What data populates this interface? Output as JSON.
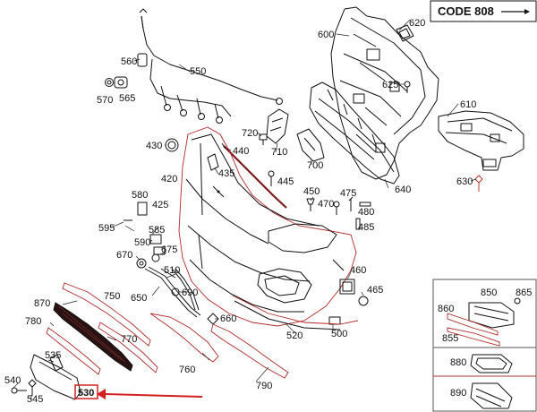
{
  "code_box": {
    "text": "CODE 808"
  },
  "labels": [
    {
      "id": "620",
      "text": "620"
    },
    {
      "id": "600",
      "text": "600"
    },
    {
      "id": "560",
      "text": "560"
    },
    {
      "id": "550",
      "text": "550"
    },
    {
      "id": "625",
      "text": "625"
    },
    {
      "id": "570",
      "text": "570"
    },
    {
      "id": "565",
      "text": "565"
    },
    {
      "id": "610",
      "text": "610"
    },
    {
      "id": "720",
      "text": "720"
    },
    {
      "id": "430",
      "text": "430"
    },
    {
      "id": "440",
      "text": "440"
    },
    {
      "id": "710",
      "text": "710"
    },
    {
      "id": "700",
      "text": "700"
    },
    {
      "id": "435",
      "text": "435"
    },
    {
      "id": "640",
      "text": "640"
    },
    {
      "id": "420",
      "text": "420"
    },
    {
      "id": "445",
      "text": "445"
    },
    {
      "id": "630",
      "text": "630"
    },
    {
      "id": "580",
      "text": "580"
    },
    {
      "id": "450",
      "text": "450"
    },
    {
      "id": "475",
      "text": "475"
    },
    {
      "id": "470",
      "text": "470"
    },
    {
      "id": "425",
      "text": "425"
    },
    {
      "id": "480",
      "text": "480"
    },
    {
      "id": "595",
      "text": "595"
    },
    {
      "id": "485",
      "text": "485"
    },
    {
      "id": "585",
      "text": "585"
    },
    {
      "id": "590",
      "text": "590"
    },
    {
      "id": "670",
      "text": "670"
    },
    {
      "id": "675",
      "text": "675"
    },
    {
      "id": "510",
      "text": "510"
    },
    {
      "id": "460",
      "text": "460"
    },
    {
      "id": "850",
      "text": "850"
    },
    {
      "id": "865",
      "text": "865"
    },
    {
      "id": "870",
      "text": "870"
    },
    {
      "id": "750",
      "text": "750"
    },
    {
      "id": "465",
      "text": "465"
    },
    {
      "id": "650",
      "text": "650"
    },
    {
      "id": "690",
      "text": "690"
    },
    {
      "id": "860",
      "text": "860"
    },
    {
      "id": "780",
      "text": "780"
    },
    {
      "id": "660",
      "text": "660"
    },
    {
      "id": "770",
      "text": "770"
    },
    {
      "id": "500",
      "text": "500"
    },
    {
      "id": "520",
      "text": "520"
    },
    {
      "id": "855",
      "text": "855"
    },
    {
      "id": "535",
      "text": "535"
    },
    {
      "id": "880",
      "text": "880"
    },
    {
      "id": "760",
      "text": "760"
    },
    {
      "id": "540",
      "text": "540"
    },
    {
      "id": "790",
      "text": "790"
    },
    {
      "id": "545",
      "text": "545"
    },
    {
      "id": "530",
      "text": "530"
    },
    {
      "id": "890",
      "text": "890"
    }
  ],
  "colors": {
    "ink": "#111111",
    "accent": "#c0392b",
    "highlight_box": "#d42020"
  }
}
